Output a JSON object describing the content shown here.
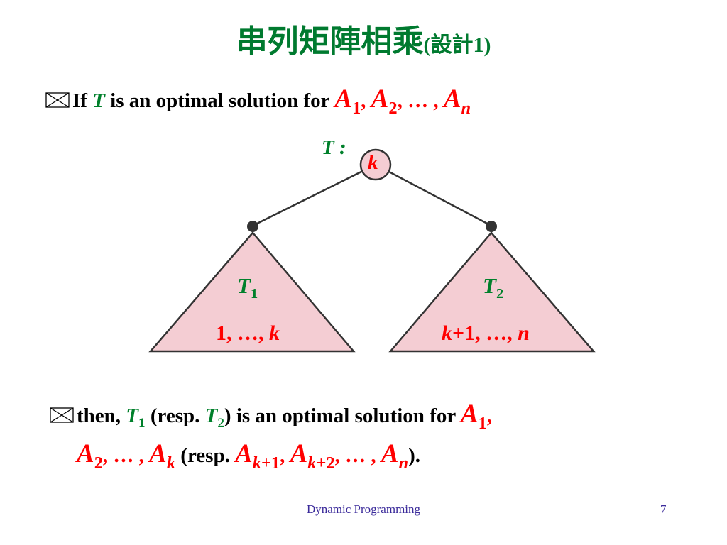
{
  "slide": {
    "title_main": "串列矩陣相乘",
    "title_paren": "(設計1)"
  },
  "line1": {
    "if": "If",
    "T": "T",
    "rest": "is an optimal solution for",
    "A": "A",
    "s1": "1",
    "s2": "2",
    "sn": "n",
    "comma": ",",
    "ellipsis": ", … ,"
  },
  "tree": {
    "label": "T :",
    "root": "k",
    "left_T": "T",
    "left_sub": "1",
    "left_range_a": "1, …,",
    "left_range_k": "k",
    "right_T": "T",
    "right_sub": "2",
    "right_range_k": "k",
    "right_range_b": "+1, …,",
    "right_range_n": "n"
  },
  "line2": {
    "then": "then,",
    "T": "T",
    "sub1": "1",
    "resp": "(resp.",
    "sub2": "2",
    "rest": ") is an optimal solution for",
    "A": "A",
    "s1": "1",
    "comma": ","
  },
  "line3": {
    "A": "A",
    "s2": "2",
    "ellipsis": ", … ,",
    "sk": "k",
    "resp": "(resp.",
    "sk1": "k",
    "sk1_tail": "+1",
    "comma": ",",
    "sk2": "k",
    "sk2_tail": "+2",
    "sn": "n",
    "end": ")."
  },
  "footer": {
    "text": "Dynamic Programming",
    "page": "7"
  },
  "colors": {
    "title": "#007a2f",
    "emphasis_red": "#ff0000",
    "emphasis_green": "#00802b",
    "triangle_fill": "#f4cdd3",
    "footer": "#3a2a9a"
  },
  "icons": {
    "bullet": "envelope-x-icon"
  }
}
